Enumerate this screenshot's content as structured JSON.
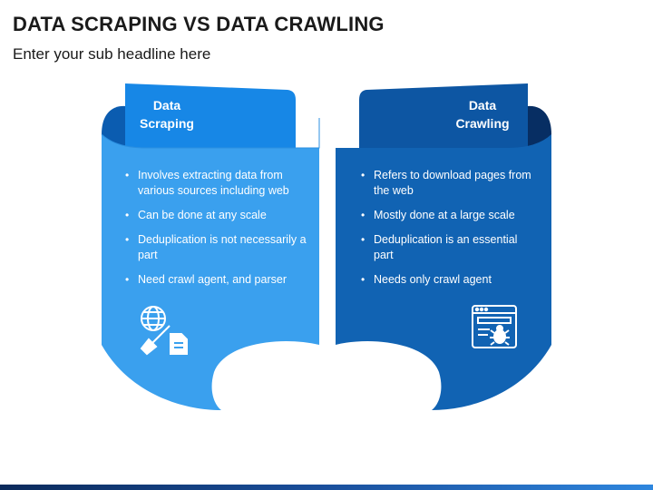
{
  "header": {
    "title": "DATA SCRAPING VS DATA CRAWLING",
    "subtitle": "Enter your sub headline here"
  },
  "panels": [
    {
      "title_line1": "Data",
      "title_line2": "Scraping",
      "bullets": [
        "Involves extracting data from various sources including web",
        "Can be done at any scale",
        "Deduplication is not necessarily a part",
        "Need crawl agent, and parser"
      ],
      "icon": "globe-tools-icon",
      "color_tab": "#1787e6",
      "color_body": "#3aa0ee"
    },
    {
      "title_line1": "Data",
      "title_line2": "Crawling",
      "bullets": [
        "Refers to download pages from the web",
        "Mostly done at a large scale",
        "Deduplication is an essential part",
        "Needs only crawl agent"
      ],
      "icon": "browser-bug-icon",
      "color_tab": "#0d56a3",
      "color_body": "#1163b3"
    }
  ]
}
